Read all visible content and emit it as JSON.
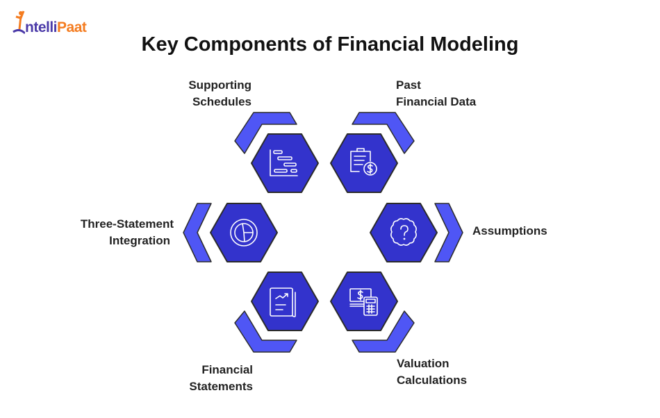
{
  "logo": {
    "text_a": "ntelli",
    "text_b": "Paat",
    "prefix": "I"
  },
  "title": "Key Components of Financial Modeling",
  "colors": {
    "hex": "#3333cc",
    "chevron": "#4f56f5",
    "outline": "#2b2b2b",
    "logo_purple": "#4b3aa8",
    "logo_orange": "#f47c20"
  },
  "components": [
    {
      "line1": "Supporting",
      "line2": "Schedules",
      "icon": "gantt-chart-icon"
    },
    {
      "line1": "Past",
      "line2": "Financial Data",
      "icon": "clipboard-dollar-icon"
    },
    {
      "line1": "Three-Statement",
      "line2": "Integration",
      "icon": "pie-chart-icon"
    },
    {
      "line1": "Assumptions",
      "line2": "",
      "icon": "question-badge-icon"
    },
    {
      "line1": "Financial",
      "line2": "Statements",
      "icon": "report-chart-icon"
    },
    {
      "line1": "Valuation",
      "line2": "Calculations",
      "icon": "money-calculator-icon"
    }
  ]
}
